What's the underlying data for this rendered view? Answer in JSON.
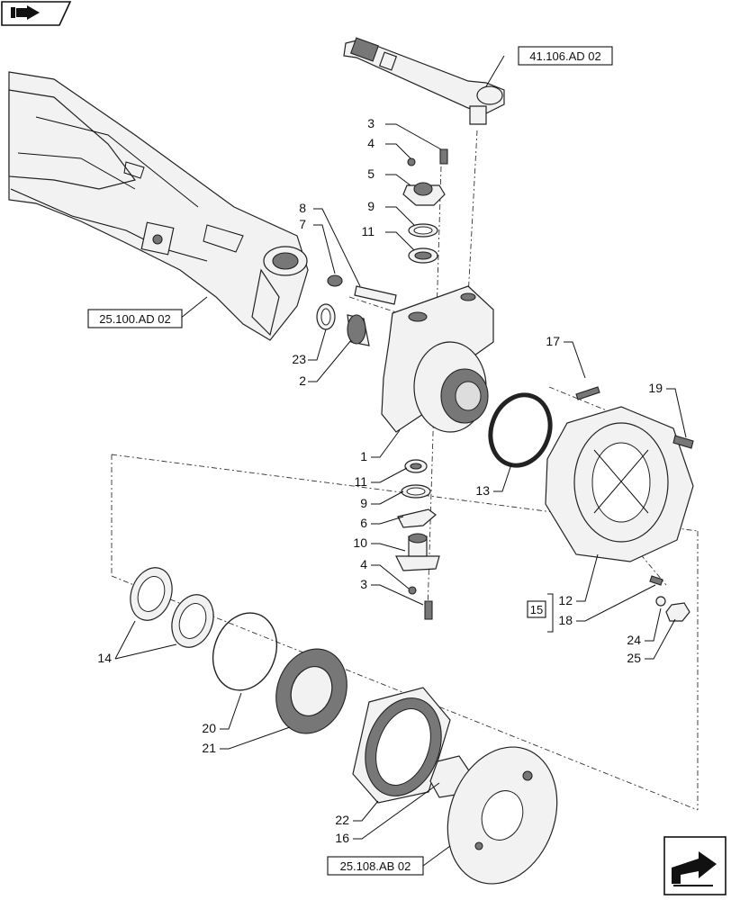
{
  "refs": {
    "steering_link": "41.106.AD 02",
    "axle_housing": "25.100.AD 02",
    "wheel_hub": "25.108.AB 02"
  },
  "group_label": "15",
  "callouts": {
    "c1": "1",
    "c2": "2",
    "c3_top": "3",
    "c3_bottom": "3",
    "c4_top": "4",
    "c4_bottom": "4",
    "c5": "5",
    "c6": "6",
    "c7": "7",
    "c8": "8",
    "c9_top": "9",
    "c9_bottom": "9",
    "c10": "10",
    "c11_top": "11",
    "c11_bottom": "11",
    "c12": "12",
    "c13": "13",
    "c14": "14",
    "c16": "16",
    "c17": "17",
    "c18": "18",
    "c19": "19",
    "c20": "20",
    "c21": "21",
    "c22": "22",
    "c23": "23",
    "c24": "24",
    "c25": "25"
  },
  "icons": {
    "top_left": "book-forward-icon",
    "bottom_right": "page-forward-arrow-icon"
  }
}
